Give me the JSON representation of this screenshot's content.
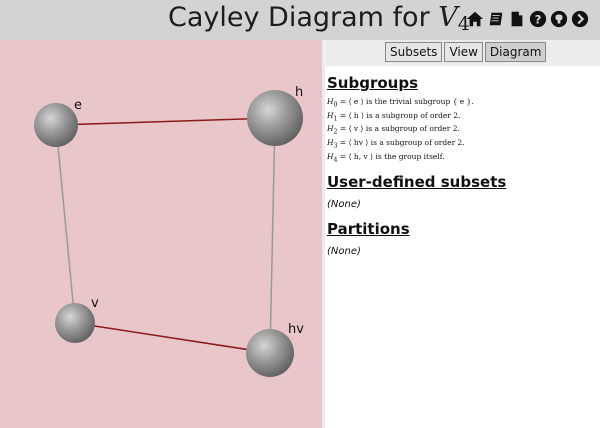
{
  "app": {
    "title_text": "Cayley Diagram for ",
    "group_name": "V",
    "group_subscript": "4",
    "icons": [
      "home-icon",
      "book-icon",
      "document-icon",
      "help-icon",
      "github-icon",
      "next-icon"
    ]
  },
  "tabs": [
    {
      "label": "Subsets"
    },
    {
      "label": "View"
    },
    {
      "label": "Diagram"
    }
  ],
  "panel": {
    "subgroups_heading": "Subgroups",
    "subgroups": [
      {
        "lhs": "H",
        "sub": "0",
        "gens": "⟨ e ⟩",
        "text": "is the trivial subgroup { e }."
      },
      {
        "lhs": "H",
        "sub": "1",
        "gens": "⟨ h ⟩",
        "text": "is a subgroup of order 2."
      },
      {
        "lhs": "H",
        "sub": "2",
        "gens": "⟨ v ⟩",
        "text": "is a subgroup of order 2."
      },
      {
        "lhs": "H",
        "sub": "3",
        "gens": "⟨ hv ⟩",
        "text": "is a subgroup of order 2."
      },
      {
        "lhs": "H",
        "sub": "4",
        "gens": "⟨ h, v ⟩",
        "text": "is the group itself."
      }
    ],
    "user_subsets_heading": "User-defined subsets",
    "user_subsets_text": "(None)",
    "partitions_heading": "Partitions",
    "partitions_text": "(None)"
  },
  "diagram": {
    "background": "#e9c6c9",
    "nodes": [
      {
        "label": "e"
      },
      {
        "label": "h"
      },
      {
        "label": "v"
      },
      {
        "label": "hv"
      }
    ],
    "edges": [
      {
        "from": "e",
        "to": "h",
        "color": "#8b1a1a"
      },
      {
        "from": "v",
        "to": "hv",
        "color": "#8b1a1a"
      },
      {
        "from": "e",
        "to": "v",
        "color": "#9a9a9a"
      },
      {
        "from": "h",
        "to": "hv",
        "color": "#9a9a9a"
      }
    ]
  }
}
